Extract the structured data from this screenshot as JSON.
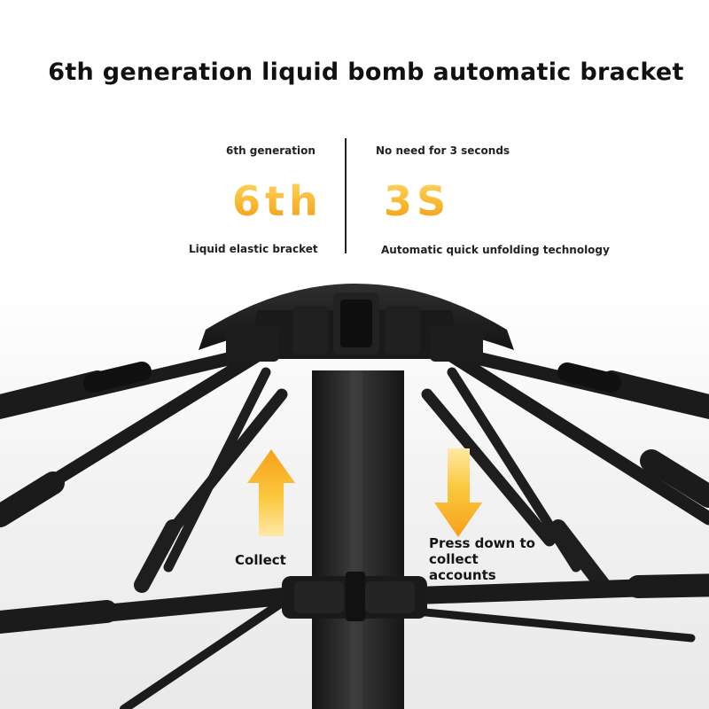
{
  "title": "6th generation liquid bomb automatic bracket",
  "left_panel": {
    "top_label": "6th generation",
    "big_value": "6th",
    "bottom_label": "Liquid elastic bracket"
  },
  "right_panel": {
    "top_label": "No need for 3 seconds",
    "big_value": "3S",
    "bottom_label": "Automatic quick unfolding technology"
  },
  "arrows": {
    "up_caption": "Collect",
    "down_caption_lines": [
      "Press down to",
      "collect",
      "accounts"
    ]
  },
  "colors": {
    "accent_gold_top": "#ffd866",
    "accent_gold_bottom": "#f29a17",
    "frame": "#1c1c1c"
  }
}
